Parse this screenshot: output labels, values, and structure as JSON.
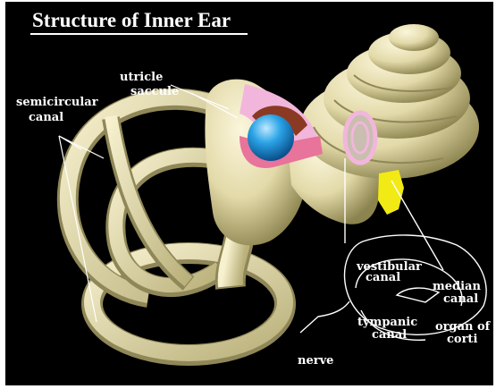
{
  "title": "Structure of Inner Ear",
  "labels": {
    "utricle": "utricle",
    "saccule": "saccule",
    "semicircular_line1": "semicircular",
    "semicircular_line2": "canal",
    "vestibular_line1": "vestibular",
    "vestibular_line2": "canal",
    "median_line1": "median",
    "median_line2": "canal",
    "tympanic_line1": "tympanic",
    "tympanic_line2": "canal",
    "organ_line1": "organ of",
    "organ_line2": "corti",
    "nerve": "nerve"
  },
  "colors": {
    "background": "#000000",
    "bone": "#e9e1b5",
    "bone_shadow": "#8f8758",
    "utricle_pink": "#f2b6dc",
    "saccule_blue": "#2aa3e6",
    "organ_yellow": "#f2ea14",
    "text": "#ffffff"
  }
}
